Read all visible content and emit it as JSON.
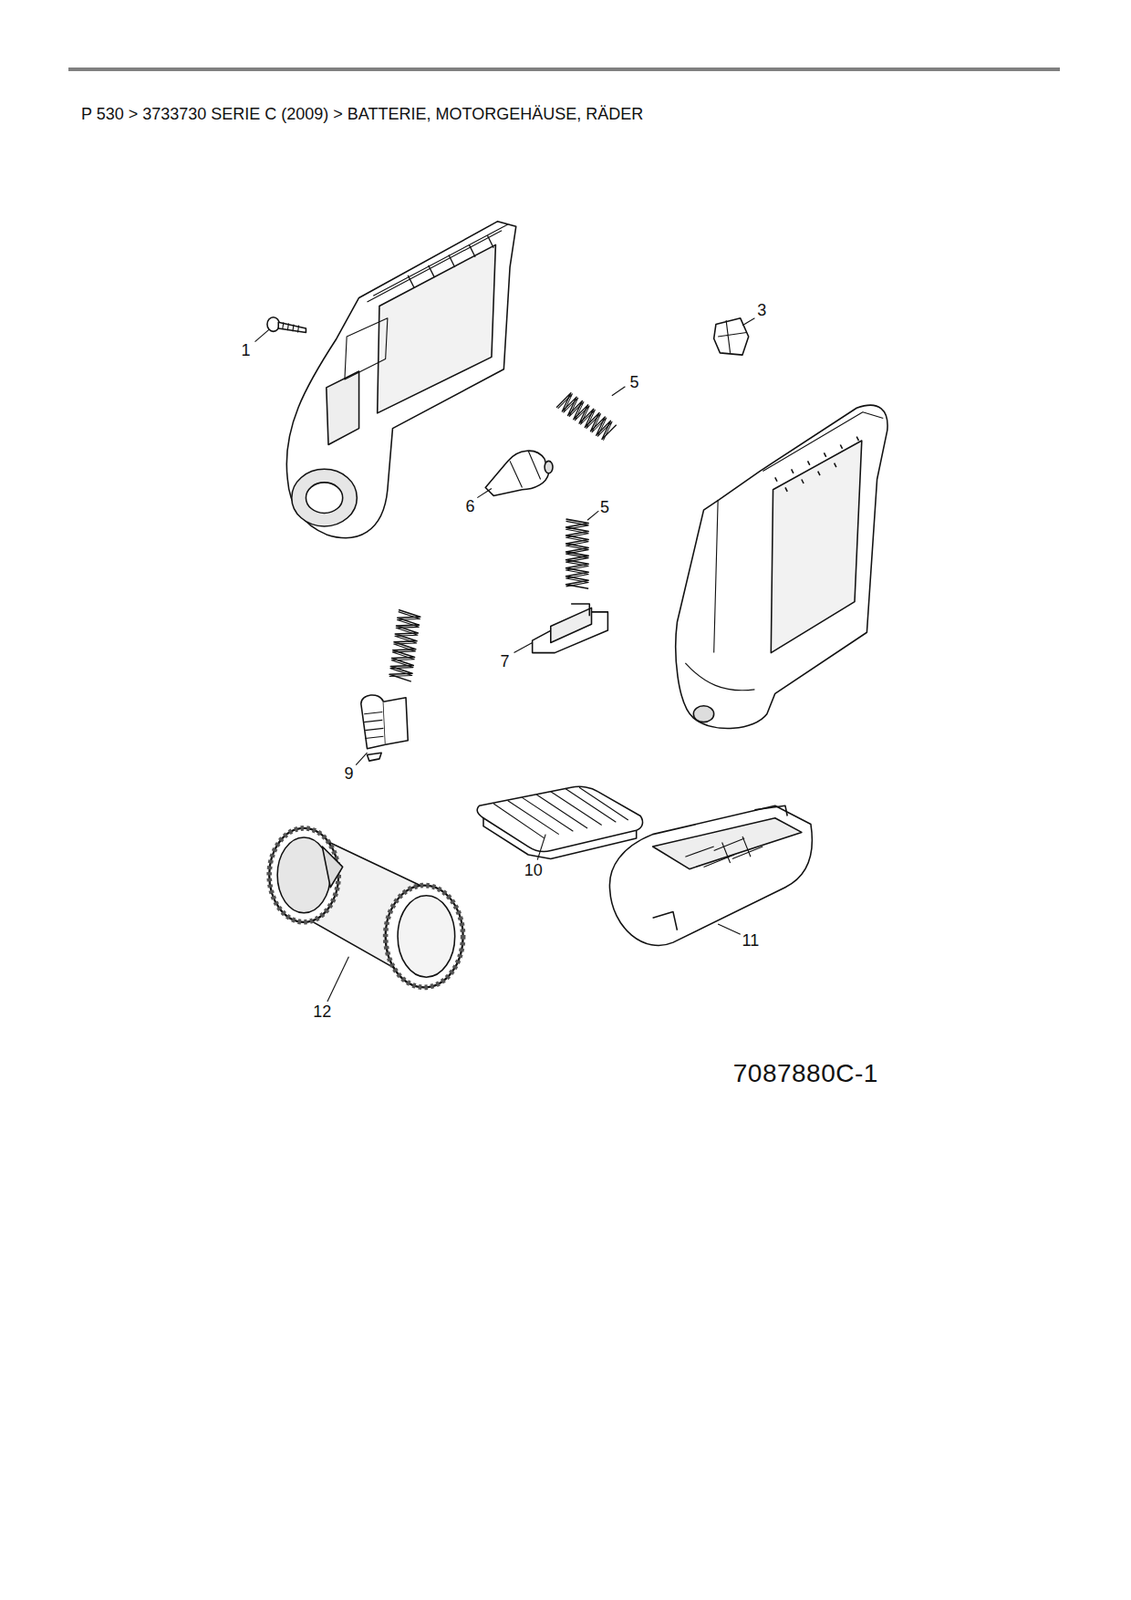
{
  "diagram": {
    "title": "P 530 > 3733730 SERIE C (2009) > BATTERIE, MOTORGEHÄUSE, RÄDER",
    "labels": [
      "1",
      "3",
      "5",
      "6",
      "5",
      "7",
      "9",
      "10",
      "11",
      "12",
      "7087880C-1"
    ]
  }
}
